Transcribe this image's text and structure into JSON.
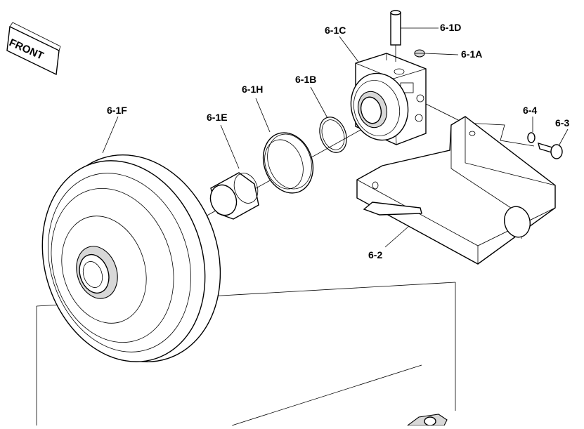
{
  "diagram": {
    "direction_tag": "FRONT",
    "parts": [
      {
        "id": "p1d",
        "label": "6-1D"
      },
      {
        "id": "p1c",
        "label": "6-1C"
      },
      {
        "id": "p1a",
        "label": "6-1A"
      },
      {
        "id": "p1h",
        "label": "6-1H"
      },
      {
        "id": "p1b",
        "label": "6-1B"
      },
      {
        "id": "p1f",
        "label": "6-1F"
      },
      {
        "id": "p1e",
        "label": "6-1E"
      },
      {
        "id": "p4",
        "label": "6-4"
      },
      {
        "id": "p3",
        "label": "6-3"
      },
      {
        "id": "p2",
        "label": "6-2"
      }
    ]
  }
}
